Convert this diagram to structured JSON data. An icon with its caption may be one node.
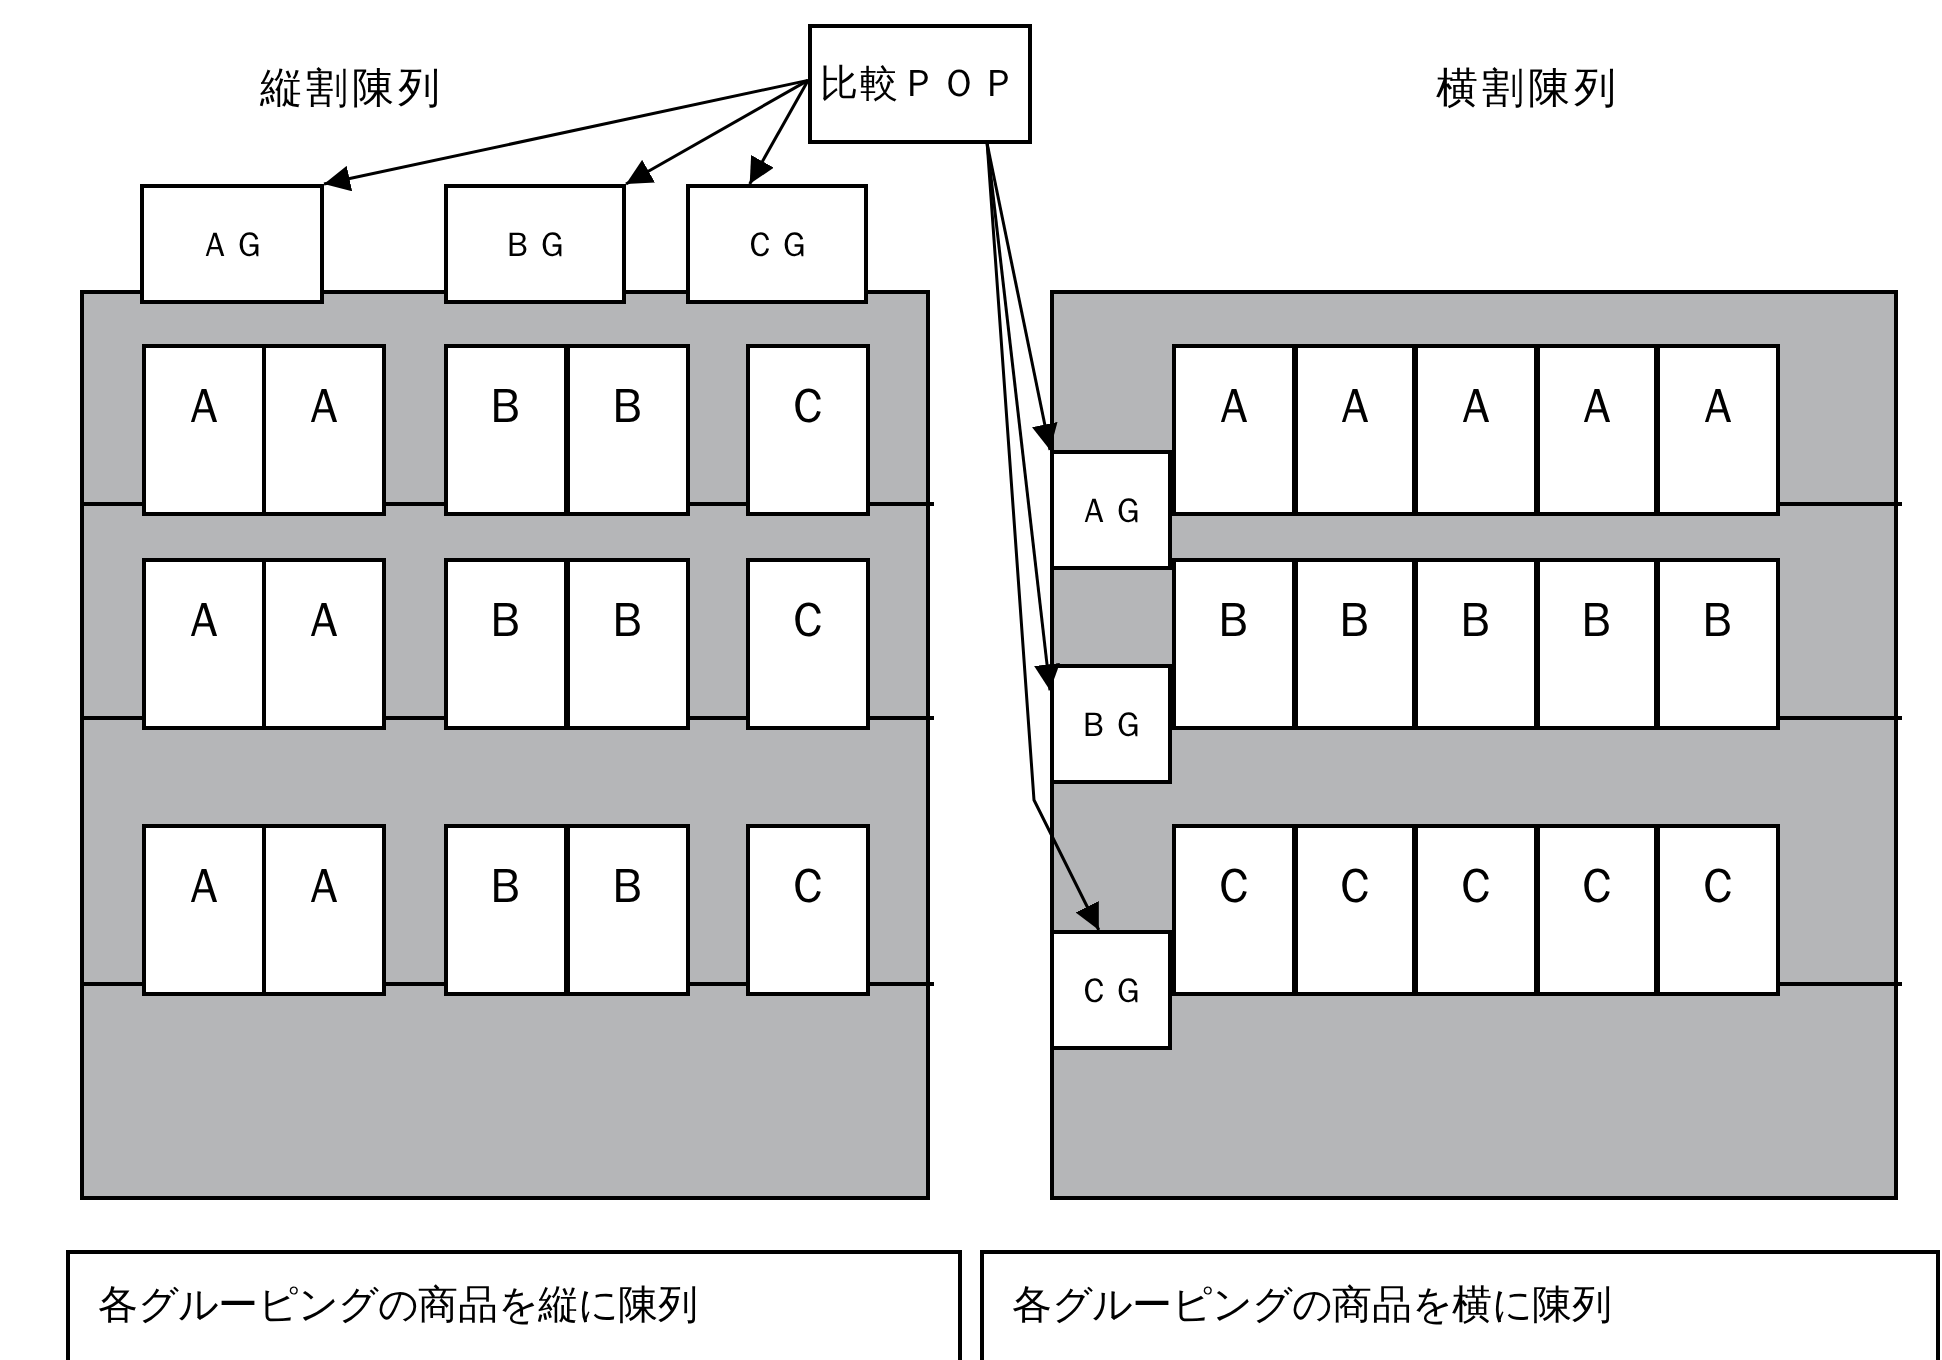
{
  "diagram": {
    "nodes": [
      {
        "text": [
          "比較ＰＯＰ"
        ]
      },
      {
        "text": [
          "ＡＧ"
        ]
      },
      {
        "text": [
          "ＢＧ"
        ]
      },
      {
        "text": [
          "ＣＧ"
        ]
      },
      {
        "text": [],
        "shape": "box"
      },
      {
        "text": [
          "Ａ"
        ],
        "in": 4
      },
      {
        "text": [
          "Ａ"
        ],
        "in": 4
      },
      {
        "text": [
          "Ｂ"
        ],
        "in": 4
      },
      {
        "text": [
          "Ｂ"
        ],
        "in": 4
      },
      {
        "text": [
          "Ｃ"
        ],
        "in": 4
      },
      {
        "text": [
          "Ａ"
        ],
        "in": 4
      },
      {
        "text": [
          "Ａ"
        ],
        "in": 4
      },
      {
        "text": [
          "Ｂ"
        ],
        "in": 4
      },
      {
        "text": [
          "Ｂ"
        ],
        "in": 4
      },
      {
        "text": [
          "Ｃ"
        ],
        "in": 4
      },
      {
        "text": [
          "Ａ"
        ],
        "in": 4
      },
      {
        "text": [
          "Ａ"
        ],
        "in": 4
      },
      {
        "text": [
          "Ｂ"
        ],
        "in": 4
      },
      {
        "text": [
          "Ｂ"
        ],
        "in": 4
      },
      {
        "text": [
          "Ｃ"
        ],
        "in": 4
      },
      {
        "text": [],
        "shape": "box"
      },
      {
        "text": [
          "Ａ"
        ],
        "in": 20
      },
      {
        "text": [
          "Ａ"
        ],
        "in": 20
      },
      {
        "text": [
          "Ａ"
        ],
        "in": 20
      },
      {
        "text": [
          "Ａ"
        ],
        "in": 20
      },
      {
        "text": [
          "Ａ"
        ],
        "in": 20
      },
      {
        "text": [
          "Ｂ"
        ],
        "in": 20
      },
      {
        "text": [
          "Ｂ"
        ],
        "in": 20
      },
      {
        "text": [
          "Ｂ"
        ],
        "in": 20
      },
      {
        "text": [
          "Ｂ"
        ],
        "in": 20
      },
      {
        "text": [
          "Ｂ"
        ],
        "in": 20
      },
      {
        "text": [
          "Ｃ"
        ],
        "in": 20
      },
      {
        "text": [
          "Ｃ"
        ],
        "in": 20
      },
      {
        "text": [
          "Ｃ"
        ],
        "in": 20
      },
      {
        "text": [
          "Ｃ"
        ],
        "in": 20
      },
      {
        "text": [
          "Ｃ"
        ],
        "in": 20
      },
      {
        "text": [
          "ＡＧ"
        ],
        "in": 20
      },
      {
        "text": [
          "ＢＧ"
        ],
        "in": 20
      },
      {
        "text": [
          "ＣＧ"
        ],
        "in": 20
      },
      {
        "text": [
          "各グルーピングの商品を縦に陳列"
        ]
      },
      {
        "text": [
          "各グルーピングの商品を横に陳列"
        ]
      }
    ],
    "edges": [
      {
        "from": 0,
        "to": 1,
        "arrow": "to"
      },
      {
        "from": 0,
        "to": 2,
        "arrow": "to"
      },
      {
        "from": 0,
        "to": 3,
        "arrow": "to"
      },
      {
        "from": 0,
        "to": 36,
        "arrow": "to"
      },
      {
        "from": 0,
        "to": 37,
        "arrow": "to"
      },
      {
        "from": 0,
        "to": 38,
        "arrow": "to"
      }
    ],
    "labels": [
      "縦割陳列",
      "横割陳列"
    ]
  }
}
